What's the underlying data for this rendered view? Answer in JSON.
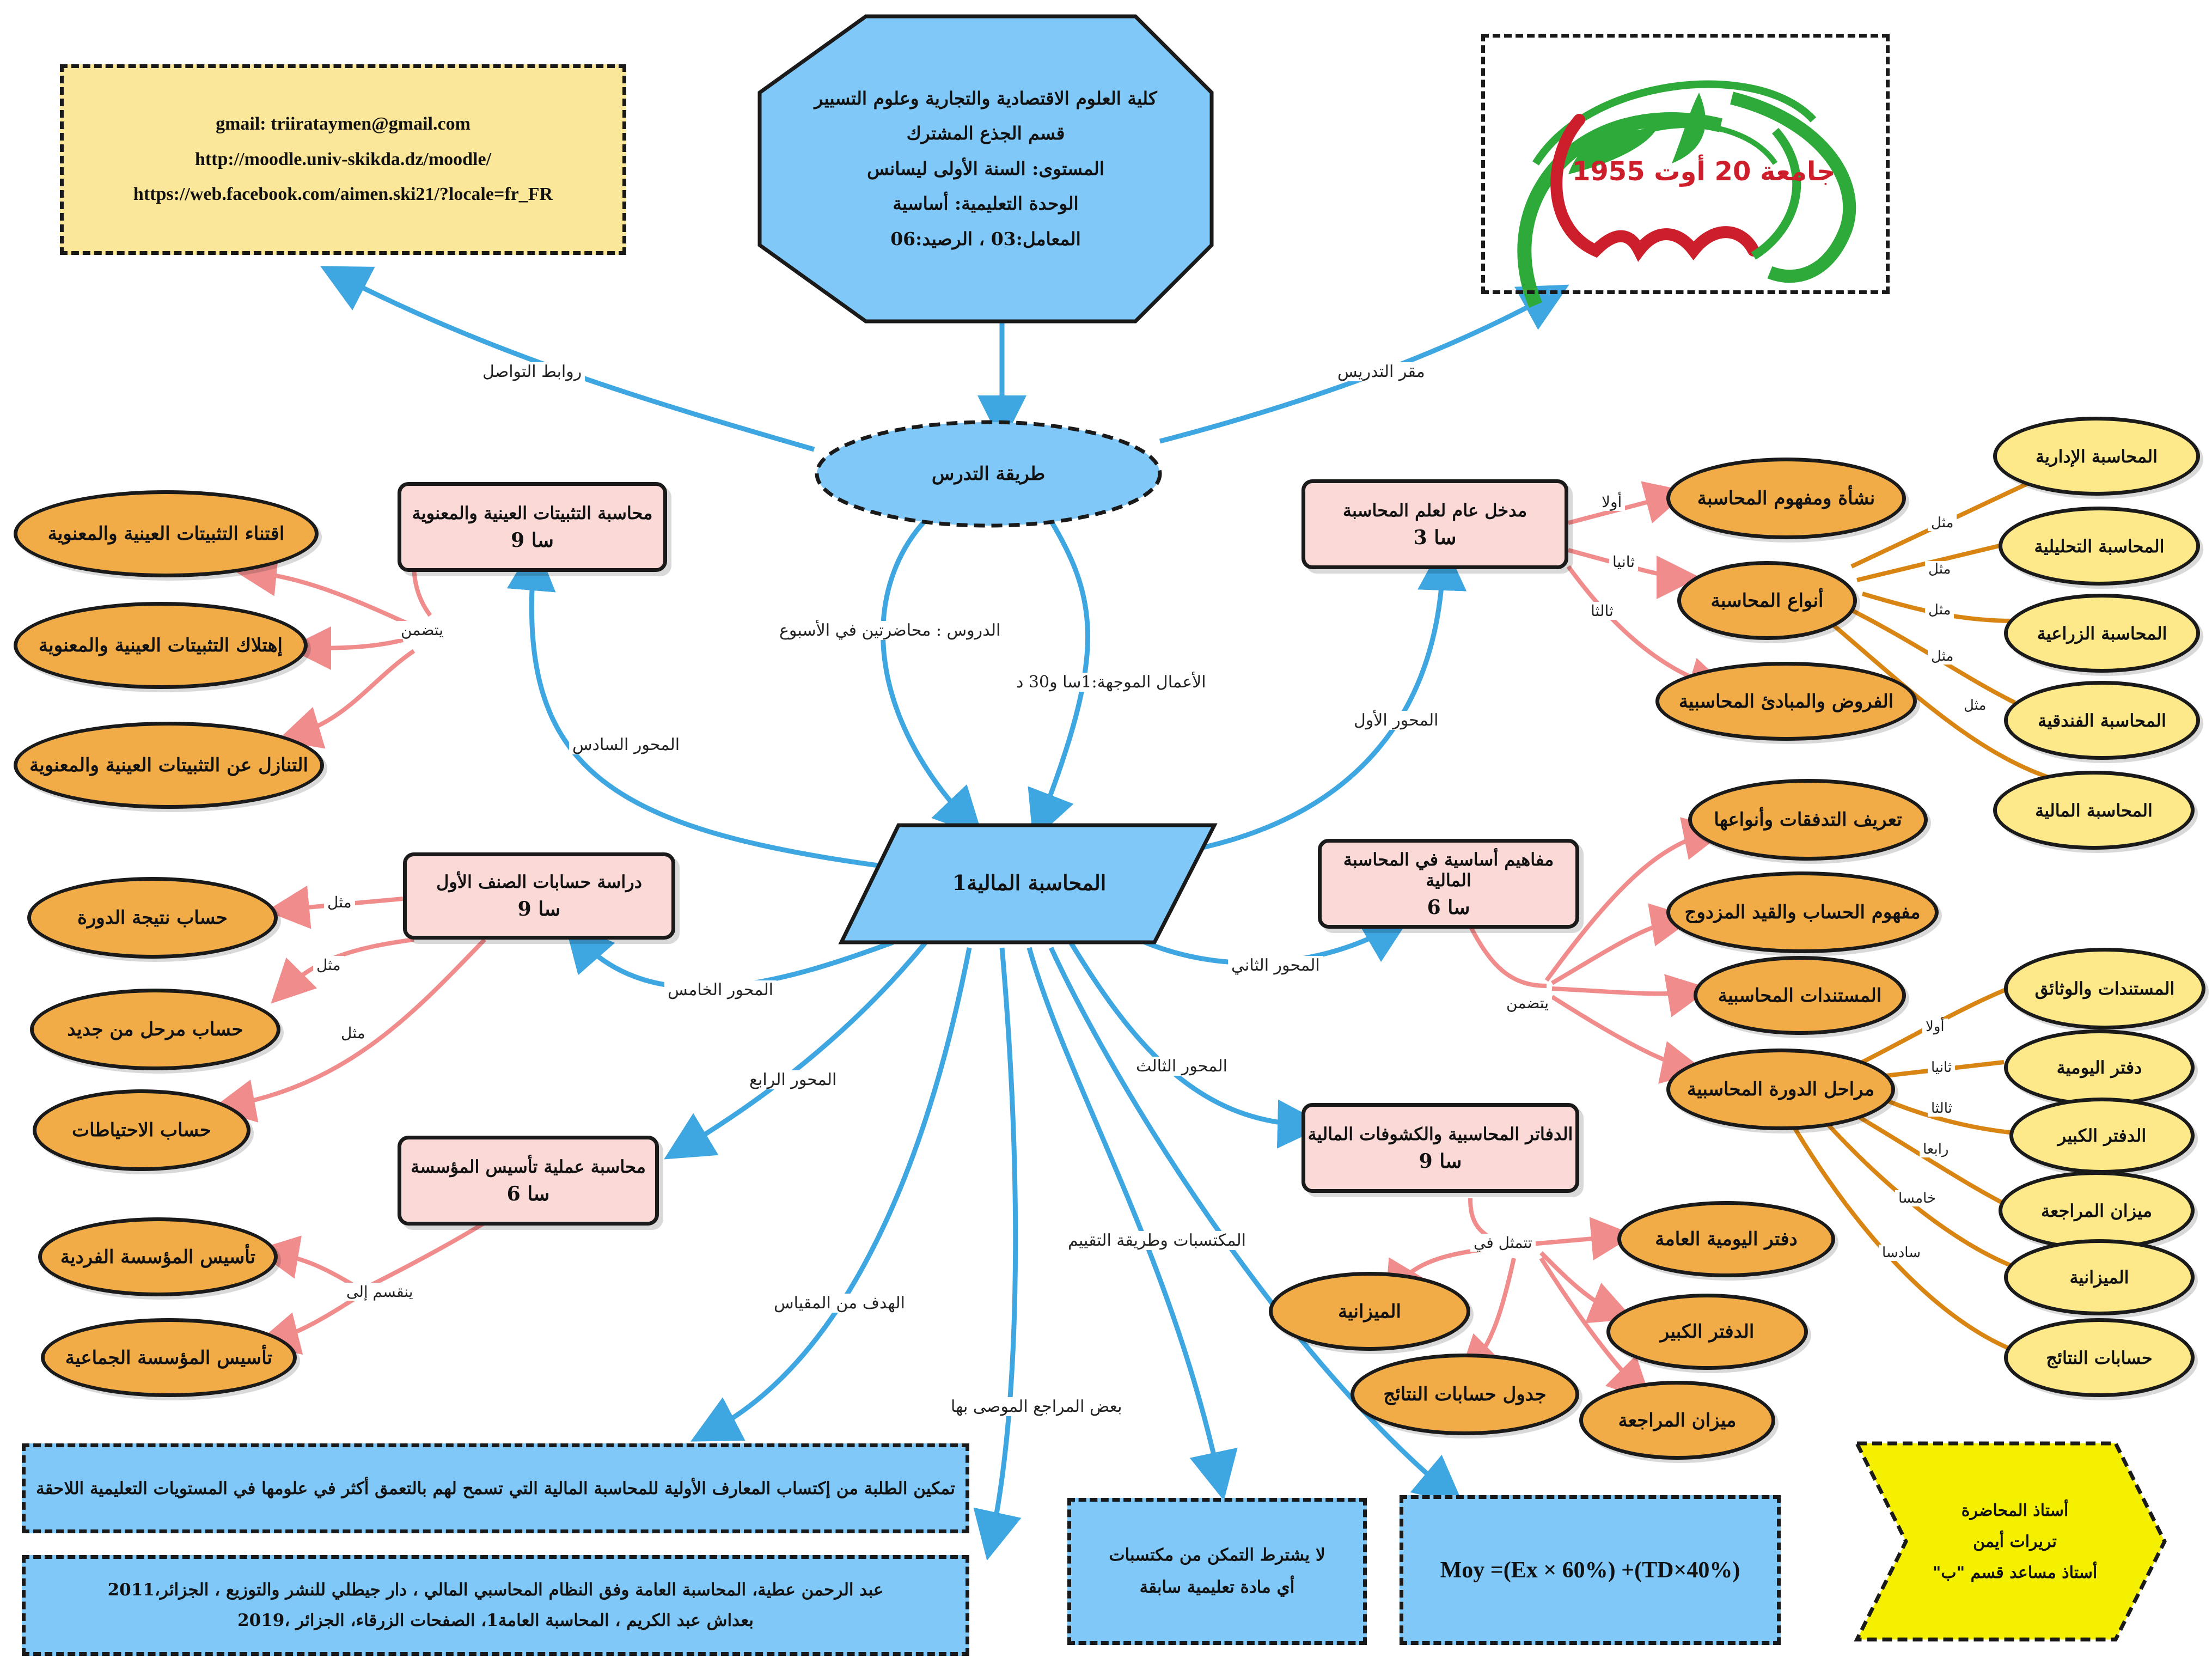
{
  "header": {
    "faculty": "كلية العلوم الاقتصادية والتجارية وعلوم التسيير",
    "department": "قسم الجذع المشترك",
    "level": "المستوى: السنة الأولى ليسانس",
    "unit": "الوحدة التعليمية: أساسية",
    "coefficient": "المعامل:03 ، الرصيد:06"
  },
  "contacts": {
    "gmail": "gmail: triirataymen@gmail.com",
    "moodle": "http://moodle.univ-skikda.dz/moodle/",
    "facebook": "https://web.facebook.com/aimen.ski21/?locale=fr_FR"
  },
  "logo": {
    "text": "جامعة 20 أوت 1955"
  },
  "colors": {
    "blue": "#7fc8f8",
    "orange": "#f2ac47",
    "yellow": "#fde98a",
    "pink": "#fbd9d7",
    "edge_blue": "#3ea6e0",
    "edge_pink": "#f08c8c",
    "edge_orange": "#d98514"
  },
  "center": {
    "label": "المحاسبة المالية1"
  },
  "method": {
    "label": "طريقة التدرس"
  },
  "labels": {
    "contact": "روابط التواصل",
    "venue": "مقر التدريس",
    "lectures": "الدروس : محاضرتين في الأسبوع",
    "td": "الأعمال الموجهة:1سا و30 د",
    "axis1": "المحور الأول",
    "axis2": "المحور الثاني",
    "axis3": "المحور الثالث",
    "axis4": "المحور الرابع",
    "axis5": "المحور الخامس",
    "axis6": "المحور السادس",
    "objective": "الهدف من المقياس",
    "references": "بعض المراجع الموصى بها",
    "prereq_eval": "المكتسبات وطريقة التقييم"
  },
  "axis1": {
    "title": "مدخل عام لعلم المحاسبة",
    "hours": "سا 3",
    "first": "أولا",
    "second": "ثانيا",
    "third": "ثالثا",
    "items": [
      "نشأة ومفهوم المحاسبة",
      "أنواع المحاسبة",
      "الفروض والمبادئ المحاسبية"
    ],
    "example": "مثل",
    "types": [
      "المحاسبة الإدارية",
      "المحاسبة التحليلية",
      "المحاسبة الزراعية",
      "المحاسبة الفندقية",
      "المحاسبة المالية"
    ]
  },
  "axis2": {
    "title": "مفاهيم أساسية في المحاسبة المالية",
    "hours": "سا 6",
    "includes": "يتضمن",
    "items": [
      "تعريف التدفقات وأنواعها",
      "مفهوم الحساب والقيد المزدوج",
      "المستندات المحاسبية",
      "مراحل الدورة المحاسبية"
    ],
    "ordinals": [
      "أولا",
      "ثانيا",
      "ثالثا",
      "رابعا",
      "خامسا",
      "سادسا"
    ],
    "stages": [
      "المستندات والوثائق",
      "دفتر اليومية",
      "الدفتر الكبير",
      "ميزان المراجعة",
      "الميزانية",
      "حسابات النتائج"
    ]
  },
  "axis3": {
    "title": "الدفاتر المحاسبية والكشوفات المالية",
    "hours": "سا 9",
    "represented": "تتمثل في",
    "items": [
      "دفتر اليومية العامة",
      "الميزانية",
      "الدفتر الكبير",
      "جدول حسابات النتائج",
      "ميزان المراجعة"
    ]
  },
  "axis4": {
    "title": "محاسبة عملية تأسيس المؤسسة",
    "hours": "سا 6",
    "divided": "ينقسم إلى",
    "items": [
      "تأسيس المؤسسة الفردية",
      "تأسيس المؤسسة الجماعية"
    ]
  },
  "axis5": {
    "title": "دراسة حسابات الصنف الأول",
    "hours": "سا 9",
    "example": "مثل",
    "items": [
      "حساب نتيجة الدورة",
      "حساب مرحل من جديد",
      "حساب الاحتياطات"
    ]
  },
  "axis6": {
    "title": "محاسبة التثبيتات العينية والمعنوية",
    "hours": "سا 9",
    "includes": "يتضمن",
    "items": [
      "اقتناء التثبيتات العينية والمعنوية",
      "إهتلاك التثبيتات العينية والمعنوية",
      "التنازل عن التثبيتات العينية والمعنوية"
    ]
  },
  "objective_text": "تمكين الطلبة من إكتساب المعارف الأولية للمحاسبة المالية التي تسمح لهم بالتعمق أكثر في علومها في المستويات التعليمية اللاحقة",
  "references_text": [
    "عبد الرحمن عطية، المحاسبة العامة وفق النظام المحاسبي المالي ، دار جيطلي للنشر والتوزيع ، الجزائر،2011",
    "بعداش عبد الكريم ، المحاسبة العامة1، الصفحات الزرقاء، الجزائر ،2019"
  ],
  "prereq_text": [
    "لا يشترط التمكن من مكتسبات",
    "أي مادة تعليمية سابقة"
  ],
  "formula": "Moy =(Ex × 60%) +(TD×40%)",
  "professor": {
    "role": "أستاذ المحاضرة",
    "name": "تريرات أيمن",
    "rank": "أستاذ مساعد قسم \"ب\""
  }
}
